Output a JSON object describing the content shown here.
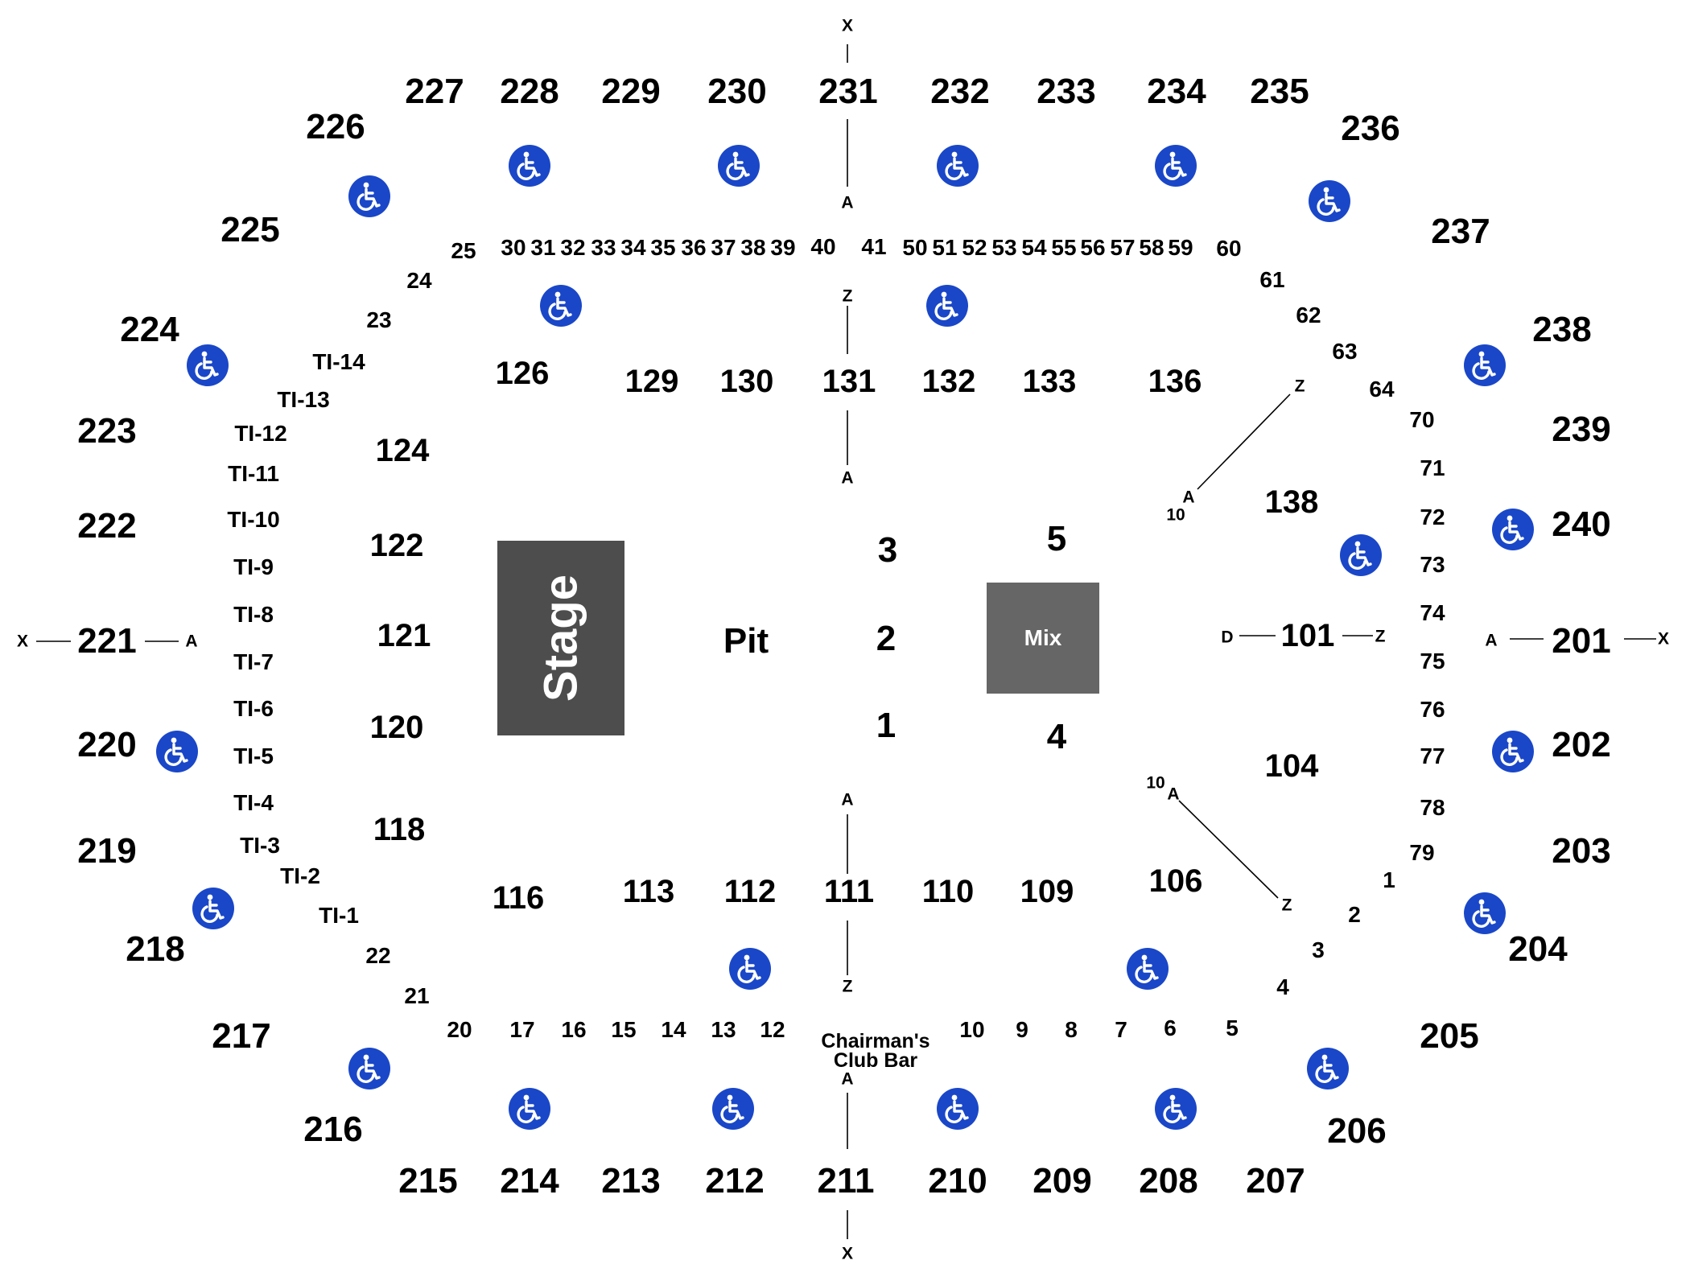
{
  "venue": {
    "stage_label": "Stage",
    "pit_label": "Pit",
    "mix_label": "Mix",
    "club_bar": {
      "line1": "Chairman's",
      "line2": "Club Bar"
    }
  },
  "upper_sections": [
    "201",
    "202",
    "203",
    "204",
    "205",
    "206",
    "207",
    "208",
    "209",
    "210",
    "211",
    "212",
    "213",
    "214",
    "215",
    "216",
    "217",
    "218",
    "219",
    "220",
    "221",
    "222",
    "223",
    "224",
    "225",
    "226",
    "227",
    "228",
    "229",
    "230",
    "231",
    "232",
    "233",
    "234",
    "235",
    "236",
    "237",
    "238",
    "239",
    "240"
  ],
  "lower_sections": [
    "101",
    "104",
    "106",
    "109",
    "110",
    "111",
    "112",
    "113",
    "116",
    "118",
    "120",
    "121",
    "122",
    "124",
    "126",
    "129",
    "130",
    "131",
    "132",
    "133",
    "136",
    "138"
  ],
  "floor_sections": [
    "1",
    "2",
    "3",
    "4",
    "5"
  ],
  "suites": [
    "1",
    "2",
    "3",
    "4",
    "5",
    "6",
    "7",
    "8",
    "9",
    "10",
    "12",
    "13",
    "14",
    "15",
    "16",
    "17",
    "20",
    "21",
    "22",
    "23",
    "24",
    "25",
    "30",
    "31",
    "32",
    "33",
    "34",
    "35",
    "36",
    "37",
    "38",
    "39",
    "40",
    "41",
    "50",
    "51",
    "52",
    "53",
    "54",
    "55",
    "56",
    "57",
    "58",
    "59",
    "60",
    "61",
    "62",
    "63",
    "64",
    "70",
    "71",
    "72",
    "73",
    "74",
    "75",
    "76",
    "77",
    "78",
    "79"
  ],
  "terrace_suites": [
    "TI-1",
    "TI-2",
    "TI-3",
    "TI-4",
    "TI-5",
    "TI-6",
    "TI-7",
    "TI-8",
    "TI-9",
    "TI-10",
    "TI-11",
    "TI-12",
    "TI-13",
    "TI-14"
  ],
  "row_markers": [
    "X",
    "A",
    "Z",
    "D",
    "10"
  ],
  "accessibility_icon": "wheelchair-icon",
  "colors": {
    "accessible": "#1a47c8",
    "stage": "#4d4d4d",
    "mix": "#666666",
    "text": "#000000",
    "background": "#ffffff"
  }
}
